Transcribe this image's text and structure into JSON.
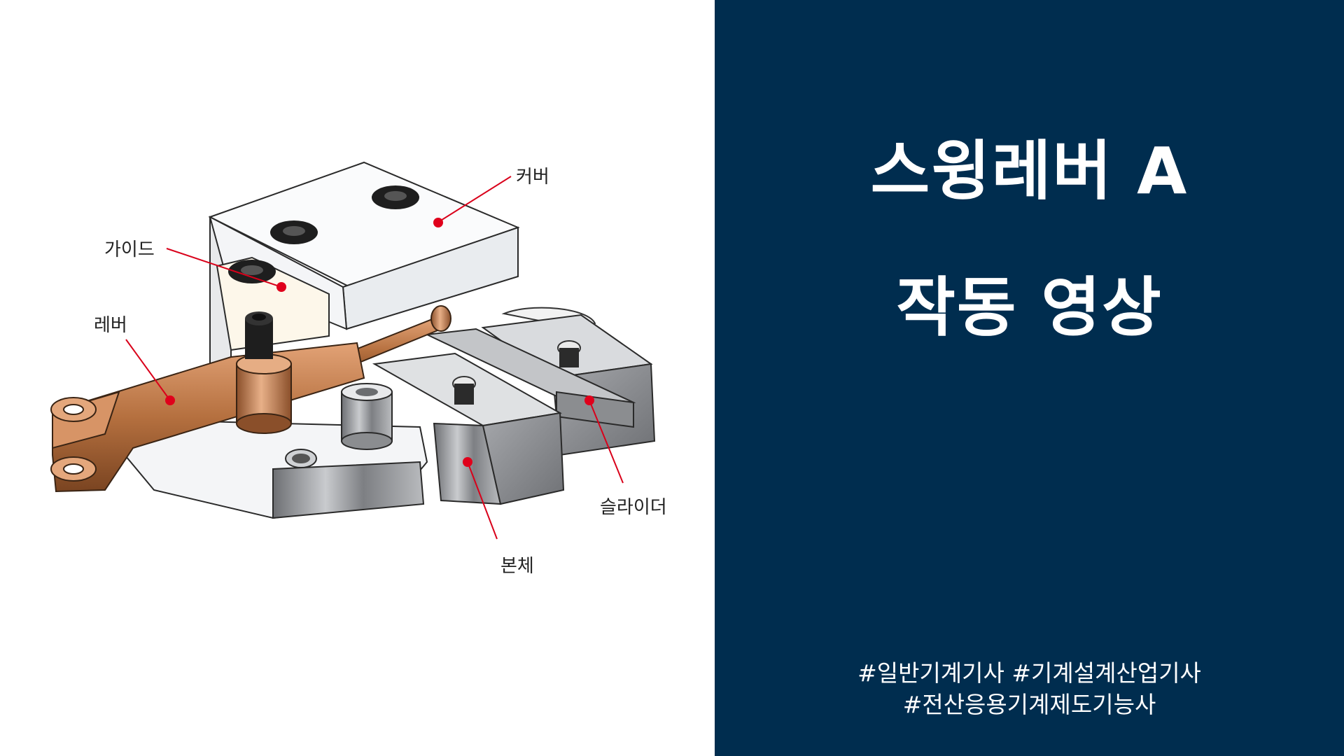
{
  "diagram": {
    "labels": {
      "cover": "커버",
      "guide": "가이드",
      "lever": "레버",
      "slider": "슬라이더",
      "body": "본체"
    },
    "colors": {
      "marker": "#e0001b",
      "leader": "#d9001a",
      "copper": "#c57e4f",
      "cover": "#f1f3f6",
      "steel": "#9a9ca0"
    }
  },
  "title": {
    "line1": "스윙레버 A",
    "line2": "작동 영상"
  },
  "tags": {
    "line1": "#일반기계기사 #기계설계산업기사",
    "line2": "#전산응용기계제도기능사"
  },
  "colors": {
    "panel": "#002d4f",
    "text": "#ffffff"
  }
}
